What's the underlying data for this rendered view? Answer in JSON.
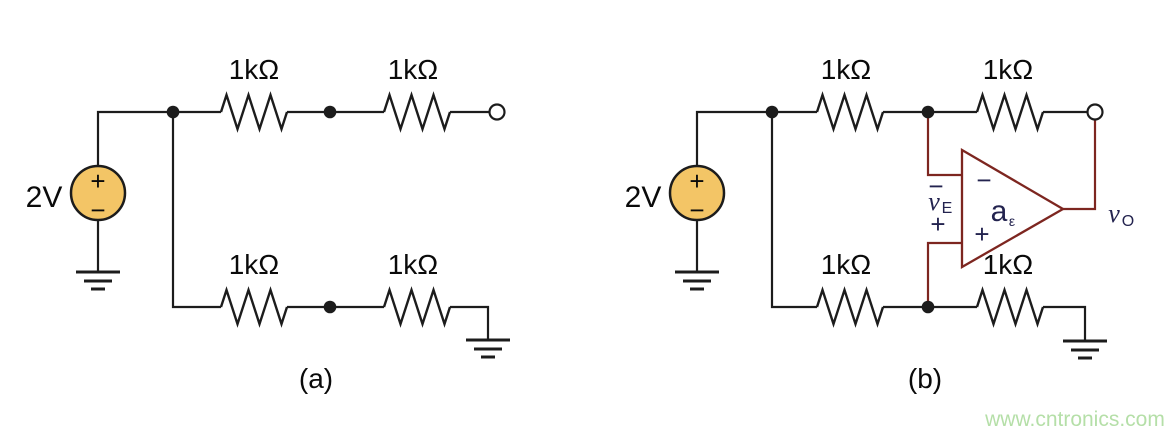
{
  "circuit_a": {
    "caption": "(a)",
    "source": {
      "value": "2V",
      "plus": "+",
      "minus": "−"
    },
    "resistor_labels": [
      "1kΩ",
      "1kΩ",
      "1kΩ",
      "1kΩ"
    ]
  },
  "circuit_b": {
    "caption": "(b)",
    "source": {
      "value": "2V",
      "plus": "+",
      "minus": "−"
    },
    "resistor_labels": [
      "1kΩ",
      "1kΩ",
      "1kΩ",
      "1kΩ"
    ],
    "opamp": {
      "inverting_sign": "−",
      "noninverting_sign": "+",
      "gain_symbol": "a",
      "gain_subscript": "ε"
    },
    "error_voltage": {
      "polarity_top": "−",
      "symbol": "v",
      "subscript": "E",
      "polarity_bottom": "+"
    },
    "output_voltage": {
      "symbol": "v",
      "subscript": "O"
    }
  },
  "watermark": {
    "text": "www.cntronics.com"
  },
  "colors": {
    "wire": "#1c1c1c",
    "opamp_accent": "#7d2620",
    "source_fill": "#f3c566",
    "variable_text": "#23234f",
    "watermark_green": "#b5dfa8",
    "background": "#ffffff"
  }
}
